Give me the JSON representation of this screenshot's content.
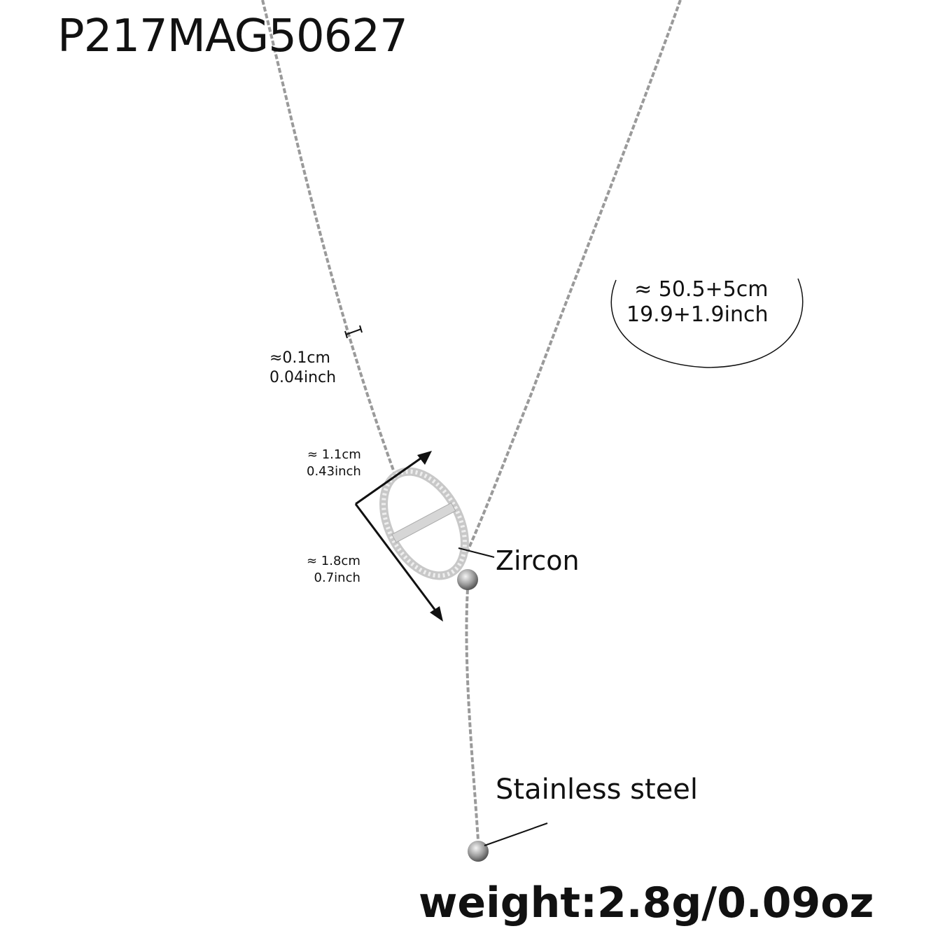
{
  "product_code": "P217MAG50627",
  "length": {
    "cm": "≈ 50.5+5cm",
    "inch": "19.9+1.9inch"
  },
  "chain_width": {
    "cm": "≈0.1cm",
    "inch": "0.04inch"
  },
  "pendant_width": {
    "cm": "≈ 1.1cm",
    "inch": "0.43inch"
  },
  "pendant_height": {
    "cm": "≈ 1.8cm",
    "inch": "0.7inch"
  },
  "labels": {
    "zircon": "Zircon",
    "material": "Stainless steel"
  },
  "weight": "weight:2.8g/0.09oz",
  "colors": {
    "chain": "#9a9a9a",
    "text": "#111111"
  }
}
